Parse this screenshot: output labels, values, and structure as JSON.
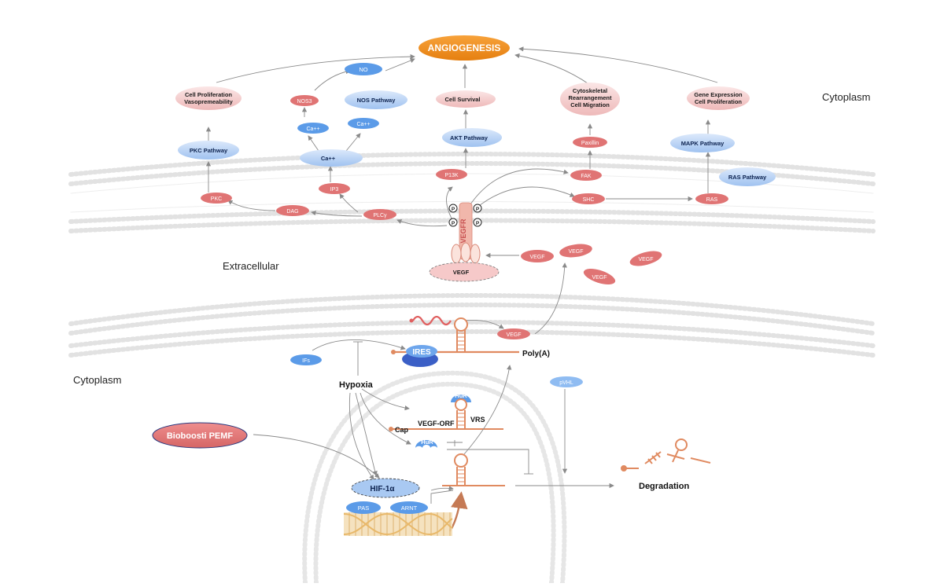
{
  "regions": {
    "cytoplasm_top": "Cytoplasm",
    "extracellular": "Extracellular",
    "cytoplasm_bottom": "Cytoplasm"
  },
  "outcome": "ANGIOGENESIS",
  "effects": {
    "cell_proliferation": [
      "Cell Proliferation",
      "Vasopremeability"
    ],
    "cell_survival": "Cell Survival",
    "cytoskeletal": [
      "Cytoskeletal",
      "Rearrangement",
      "Cell Migration"
    ],
    "gene_expression": [
      "Gene Expression",
      "Cell Proliferation"
    ]
  },
  "pathways": {
    "pkc": "PKC Pathway",
    "nos": "NOS Pathway",
    "akt": "AKT Pathway",
    "mapk": "MAPK Pathway",
    "ras": "RAS Pathway"
  },
  "molecules": {
    "no": "NO",
    "nos3": "NOS3",
    "ca1": "Ca++",
    "ca2": "Ca++",
    "ca3": "Ca++",
    "ip3": "IP3",
    "pkc": "PKC",
    "dag": "DAG",
    "plcy": "PLCγ",
    "p13k": "P13K",
    "paxillin": "Paxillin",
    "fak": "FAK",
    "shc": "SHC",
    "ras": "RAS"
  },
  "receptor": {
    "name": "VEGFR",
    "phospho": "P",
    "bound_ligand": "VEGF"
  },
  "ligands": [
    "VEGF",
    "VEGF",
    "VEGF",
    "VEGF"
  ],
  "translation": {
    "ires": "IRES",
    "polya": "Poly(A)",
    "vegf": "VEGF",
    "ifs": "IFs",
    "hypoxia": "Hypoxia",
    "pvhl": "pVHL",
    "hur1": "HuR",
    "hur2": "HuR",
    "cap": "Cap",
    "orf": "VEGF-ORF",
    "vrs": "VRS",
    "pemf": "Bioboosti PEMF",
    "hif": "HIF-1α",
    "pas": "PAS",
    "arnt": "ARNT",
    "degradation": "Degradation"
  },
  "colors": {
    "salmon": "#e07474",
    "blue": "#5b9be8",
    "light_blue": "#b7d2f5",
    "pink": "#f4cccc",
    "orange": "#ee8a1e",
    "line": "#8a8a8a",
    "rna": "#e08a60"
  }
}
